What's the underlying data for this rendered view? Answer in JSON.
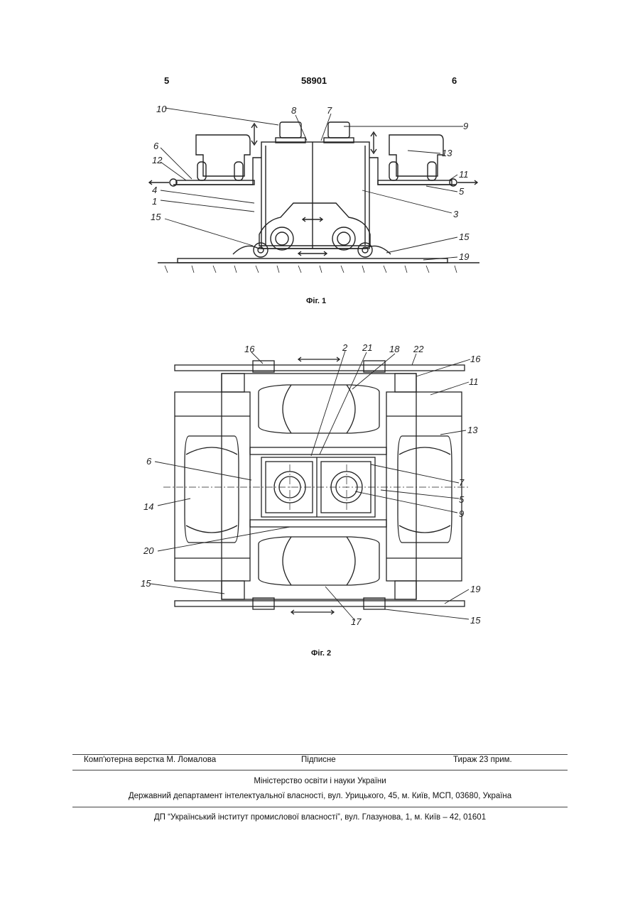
{
  "header": {
    "page_left": "5",
    "patent_number": "58901",
    "page_right": "6"
  },
  "figure1": {
    "caption": "Фіг. 1",
    "labels": [
      "10",
      "8",
      "7",
      "9",
      "6",
      "12",
      "13",
      "11",
      "4",
      "1",
      "5",
      "3",
      "15",
      "15",
      "19"
    ]
  },
  "figure2": {
    "caption": "Фіг. 2",
    "labels": [
      "16",
      "2",
      "21",
      "18",
      "22",
      "16",
      "11",
      "13",
      "6",
      "7",
      "5",
      "14",
      "9",
      "20",
      "15",
      "19",
      "17",
      "15"
    ]
  },
  "footer": {
    "layout": "Комп'ютерна верстка М. Ломалова",
    "signed": "Підписне",
    "circulation": "Тираж 23 прим.",
    "ministry": "Міністерство освіти і науки України",
    "department": "Державний департамент інтелектуальної власності, вул. Урицького, 45, м. Київ, МСП, 03680, Україна",
    "institute": "ДП “Український інститут промислової власності”, вул. Глазунова, 1, м. Київ – 42, 01601"
  }
}
